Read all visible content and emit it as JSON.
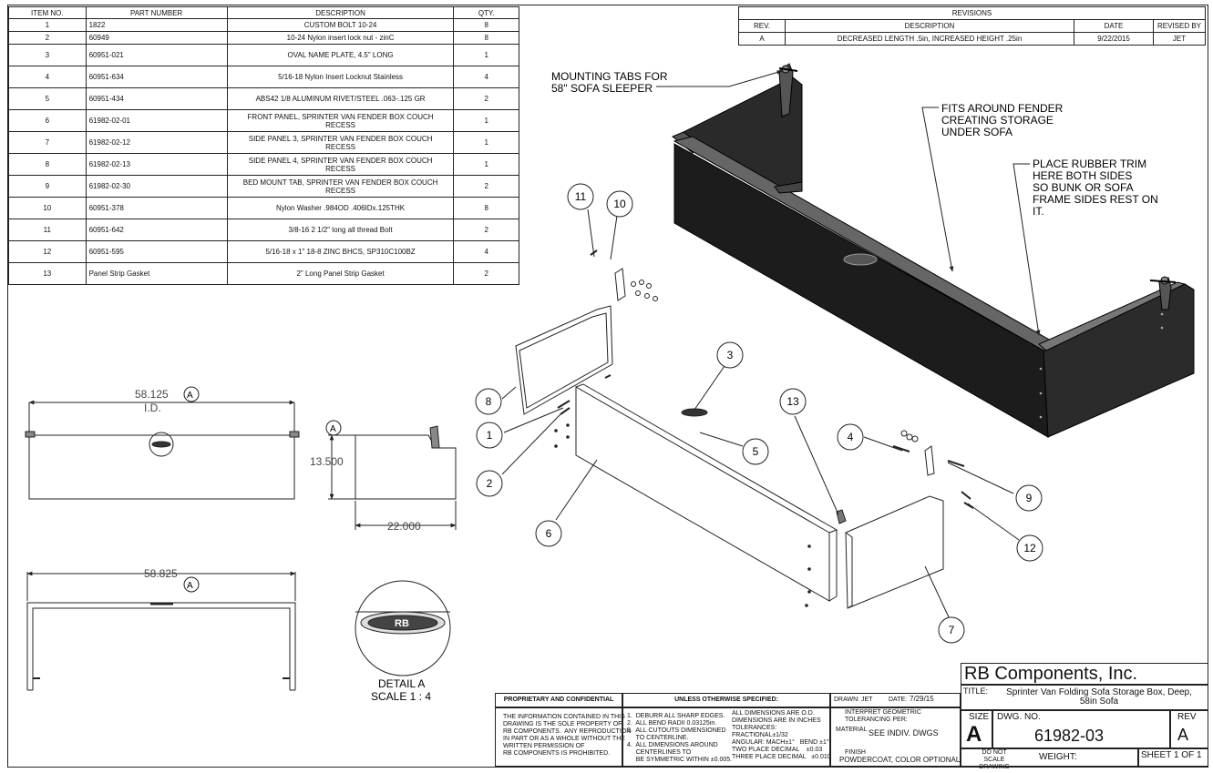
{
  "bom": {
    "headers": [
      "ITEM NO.",
      "PART NUMBER",
      "DESCRIPTION",
      "QTY."
    ],
    "rows": [
      {
        "item": "1",
        "part": "1822",
        "desc": "CUSTOM BOLT 10-24",
        "desc2": "",
        "qty": "8"
      },
      {
        "item": "2",
        "part": "60949",
        "desc": "10-24 Nylon insert lock nut - zinC",
        "desc2": "",
        "qty": "8"
      },
      {
        "item": "3",
        "part": "60951-021",
        "desc": "OVAL NAME PLATE, 4.5\" LONG",
        "desc2": "",
        "qty": "1"
      },
      {
        "item": "4",
        "part": "60951-634",
        "desc": "5/16-18 Nylon Insert Locknut Stainless",
        "desc2": "",
        "qty": "4"
      },
      {
        "item": "5",
        "part": "60951-434",
        "desc": "ABS42 1/8 ALUMINUM RIVET/STEEL .063-.125 GR",
        "desc2": "",
        "qty": "2"
      },
      {
        "item": "6",
        "part": "61982-02-01",
        "desc": "FRONT PANEL, SPRINTER VAN FENDER BOX COUCH",
        "desc2": "RECESS",
        "qty": "1"
      },
      {
        "item": "7",
        "part": "61982-02-12",
        "desc": "SIDE PANEL 3, SPRINTER VAN FENDER BOX COUCH",
        "desc2": "RECESS",
        "qty": "1"
      },
      {
        "item": "8",
        "part": "61982-02-13",
        "desc": "SIDE PANEL 4, SPRINTER VAN FENDER BOX COUCH",
        "desc2": "RECESS",
        "qty": "1"
      },
      {
        "item": "9",
        "part": "61982-02-30",
        "desc": "BED MOUNT TAB, SPRINTER VAN FENDER BOX COUCH",
        "desc2": "RECESS",
        "qty": "2"
      },
      {
        "item": "10",
        "part": "60951-378",
        "desc": "Nylon Washer .984OD .406IDx.125THK",
        "desc2": "",
        "qty": "8"
      },
      {
        "item": "11",
        "part": "60951-642",
        "desc": "3/8-16 2 1/2\" long all thread Bolt",
        "desc2": "",
        "qty": "2"
      },
      {
        "item": "12",
        "part": "60951-595",
        "desc": "5/16-18 x 1\" 18-8 ZINC BHCS, SP310C100BZ",
        "desc2": "",
        "qty": "4"
      },
      {
        "item": "13",
        "part": "Panel Strip Gasket",
        "desc": "2\" Long Panel Strip Gasket",
        "desc2": "",
        "qty": "2"
      }
    ]
  },
  "revisions": {
    "title": "REVISIONS",
    "headers": [
      "REV.",
      "DESCRIPTION",
      "DATE",
      "REVISED BY"
    ],
    "rows": [
      {
        "rev": "A",
        "desc": "DECREASED LENGTH .5in, INCREASED HEIGHT .25in",
        "date": "9/22/2015",
        "by": "JET"
      }
    ]
  },
  "notes": {
    "mounting_1": "MOUNTING TABS FOR",
    "mounting_2": "58\" SOFA SLEEPER",
    "fits_1": "FITS AROUND FENDER",
    "fits_2": "CREATING STORAGE",
    "fits_3": "UNDER SOFA",
    "trim_1": "PLACE RUBBER TRIM",
    "trim_2": "HERE  BOTH SIDES",
    "trim_3": "SO BUNK OR SOFA",
    "trim_4": "FRAME SIDES REST ON",
    "trim_5": "IT."
  },
  "balloons": [
    "1",
    "2",
    "3",
    "4",
    "5",
    "6",
    "7",
    "8",
    "9",
    "10",
    "11",
    "12",
    "13"
  ],
  "dimensions": {
    "width_id": "58.125",
    "id_label": "I.D.",
    "height": "13.500",
    "depth": "22.000",
    "width_overall": "58.825",
    "detail_ref": "A"
  },
  "detail": {
    "title": "DETAIL A",
    "scale": "SCALE 1 : 4",
    "logo": "RB"
  },
  "title_block": {
    "proprietary_head": "PROPRIETARY AND CONFIDENTIAL",
    "proprietary_text": [
      "THE INFORMATION CONTAINED IN THIS",
      "DRAWING IS THE SOLE PROPERTY OF",
      "RB COMPONENTS.  ANY REPRODUCTION",
      "IN PART OR AS A WHOLE WITHOUT THE",
      "WRITTEN PERMISSION OF",
      "RB COMPONENTS IS PROHIBITED."
    ],
    "unless_head": "UNLESS OTHERWISE SPECIFIED:",
    "notes_list": [
      "1.  DEBURR ALL SHARP EDGES.",
      "2.  ALL BEND RADII 0.03125in.",
      "3.  ALL CUTOUTS DIMENSIONED",
      "     TO CENTERLINE.",
      "4.  ALL DIMENSIONS AROUND",
      "     CENTERLINES TO",
      "     BE SYMMETRIC WITHIN ±0.005."
    ],
    "dims_list": [
      "ALL DIMENSIONS ARE O.D.",
      "DIMENSIONS ARE IN INCHES",
      "TOLERANCES:",
      "FRACTIONAL±1/32",
      "ANGULAR: MACH±1°   BEND ±1°",
      "TWO PLACE DECIMAL    ±0.03",
      "THREE PLACE DECIMAL   ±0.010"
    ],
    "drawn_label": "DRAWN:",
    "drawn_by": "JET",
    "date_label": "DATE:",
    "date": "7/29/15",
    "interpret": "INTERPRET GEOMETRIC",
    "tolerancing": "TOLERANCING PER:",
    "material_label": "MATERIAL",
    "material": "SEE INDIV. DWGS",
    "finish_label": "FINISH",
    "finish": "POWDERCOAT, COLOR OPTIONAL",
    "company": "RB Components, Inc.",
    "title_label": "TITLE:",
    "title_1": "Sprinter Van Folding Sofa Storage Box, Deep,",
    "title_2": "58in Sofa",
    "size_label": "SIZE",
    "size": "A",
    "dwg_label": "DWG.  NO.",
    "dwg_no": "61982-03",
    "rev_label": "REV",
    "rev": "A",
    "no_scale": "DO NOT SCALE DRAWING",
    "weight": "WEIGHT:",
    "sheet": "SHEET 1 OF 1"
  }
}
